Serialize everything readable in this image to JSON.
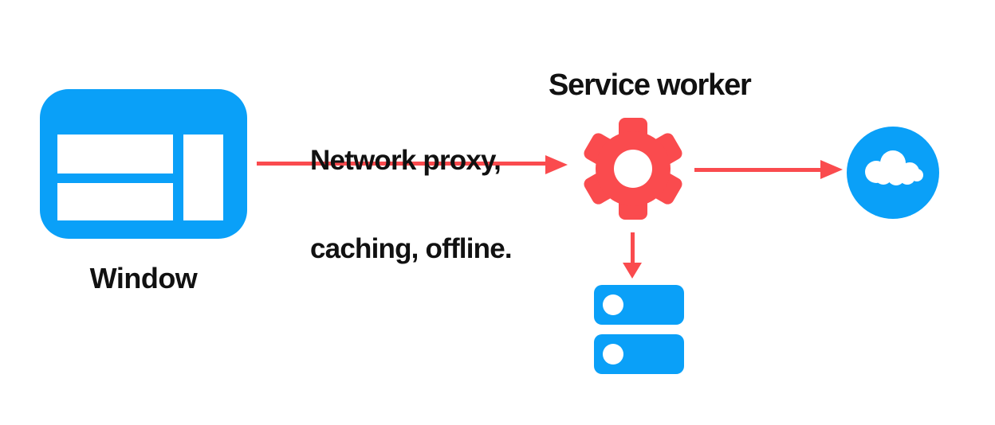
{
  "diagram": {
    "window": {
      "label": "Window"
    },
    "service_worker": {
      "label": "Service worker"
    },
    "arrow_window_to_sw": {
      "label_line1": "Network proxy,",
      "label_line2": "caching, offline."
    }
  },
  "icons": {
    "window": "browser-window-icon",
    "service_worker": "gear-icon",
    "network": "cloud-icon",
    "cache": "database-stack-icon"
  },
  "colors": {
    "blue": "#0AA0F8",
    "red": "#FA4B4E",
    "text": "#111111",
    "background": "#FFFFFF"
  }
}
